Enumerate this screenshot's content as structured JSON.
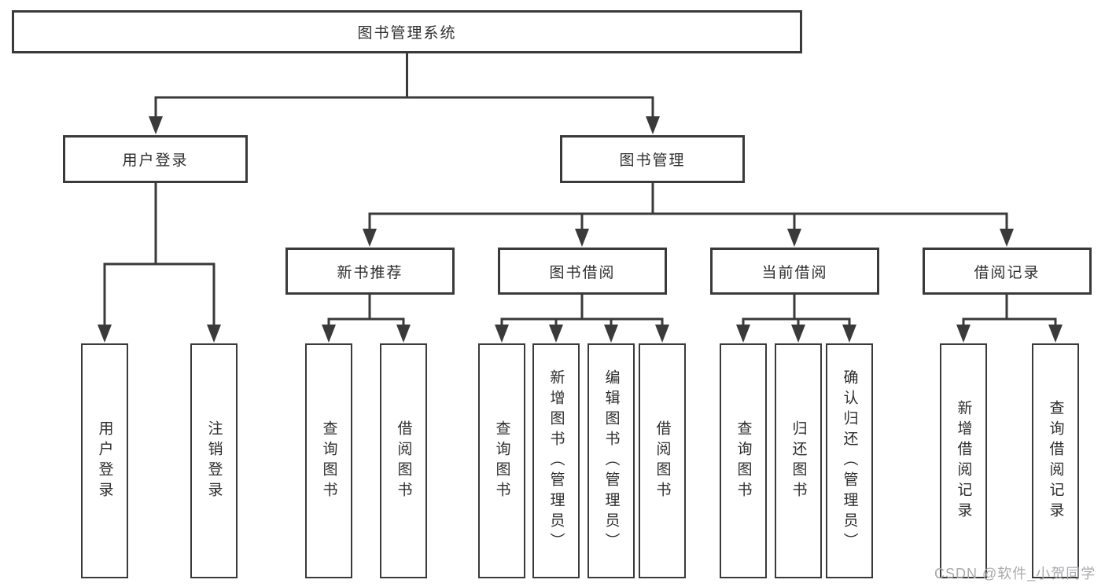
{
  "diagram": {
    "type": "hierarchy-tree",
    "watermark": "CSDN @软件_小贺同学",
    "colors": {
      "line": "#3a3a3a",
      "box_border": "#3a3a3a",
      "text": "#2e2e2e",
      "watermark_text": "#a9a9ae",
      "background": "#ffffff"
    },
    "root": {
      "label": "图书管理系统"
    },
    "user_login": {
      "label": "用户登录",
      "children": {
        "login": {
          "label": "用户登录"
        },
        "logout": {
          "label": "注销登录"
        }
      }
    },
    "book_mgmt": {
      "label": "图书管理",
      "sections": {
        "new_book": {
          "label": "新书推荐",
          "children": {
            "query": {
              "label": "查询图书"
            },
            "borrow": {
              "label": "借阅图书"
            }
          }
        },
        "book_borrow": {
          "label": "图书借阅",
          "children": {
            "query": {
              "label": "查询图书"
            },
            "add": {
              "label": "新增图书（管理员）"
            },
            "edit": {
              "label": "编辑图书（管理员）"
            },
            "borrow": {
              "label": "借阅图书"
            }
          }
        },
        "current_borrow": {
          "label": "当前借阅",
          "children": {
            "query": {
              "label": "查询图书"
            },
            "return": {
              "label": "归还图书"
            },
            "confirm": {
              "label": "确认归还（管理员）"
            }
          }
        },
        "borrow_record": {
          "label": "借阅记录",
          "children": {
            "add": {
              "label": "新增借阅记录"
            },
            "query": {
              "label": "查询借阅记录"
            }
          }
        }
      }
    }
  }
}
